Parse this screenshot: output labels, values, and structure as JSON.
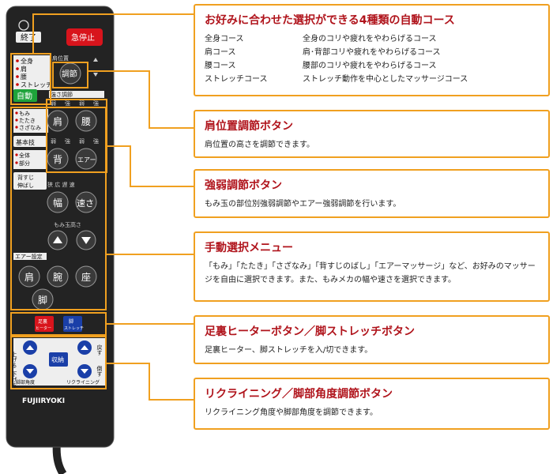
{
  "remote": {
    "power_label": "終了",
    "emergency_stop_label": "急停止",
    "auto_modes": [
      "全身",
      "肩",
      "腰",
      "ストレッチ"
    ],
    "auto_button": "自動",
    "shoulder_pos_caption": "肩位置",
    "adjust_button": "調節",
    "strength_caption": "強さ調節",
    "strength_row1": [
      "弱",
      "強",
      "弱",
      "強"
    ],
    "btn_kata": "肩",
    "btn_koshi": "腰",
    "manual_modes": [
      "もみ",
      "たたき",
      "さざなみ"
    ],
    "basic_label": "基本技",
    "strength_row2": [
      "弱",
      "強",
      "弱",
      "強"
    ],
    "btn_se": "背",
    "btn_air": "エアー",
    "area_modes": [
      "全体",
      "部分"
    ],
    "stretch_label_1": "背すじ",
    "stretch_label_2": "伸ばし",
    "btn_haba": "幅",
    "btn_hayasa": "速さ",
    "width_speed_caption": "狭 広 遅 速",
    "momi_height_caption": "もみ玉高さ",
    "air_setting_caption": "エアー設定",
    "btn_kata2": "肩",
    "btn_ude": "腕",
    "btn_za": "座",
    "btn_ashi": "脚",
    "btn_foot_heater_1": "足裏",
    "btn_foot_heater_2": "ヒーター",
    "btn_leg_stretch_1": "脚",
    "btn_leg_stretch_2": "ストレッチ",
    "btn_storage": "収納",
    "label_up": "上げる",
    "label_down": "下げる",
    "label_return": "戻す",
    "label_tilt": "倒す",
    "label_leg_angle": "脚部角度",
    "label_reclining": "リクライニング",
    "brand": "FUJIIRYOKI"
  },
  "callouts": {
    "auto_course": {
      "title": "お好みに合わせた選択ができる4種類の自動コース",
      "rows": [
        {
          "name": "全身コース",
          "desc": "全身のコリや疲れをやわらげるコース"
        },
        {
          "name": "肩コース",
          "desc": "肩･背部コリや疲れをやわらげるコース"
        },
        {
          "name": "腰コース",
          "desc": "腰部のコリや疲れをやわらげるコース"
        },
        {
          "name": "ストレッチコース",
          "desc": "ストレッチ動作を中心としたマッサージコース"
        }
      ]
    },
    "shoulder_adjust": {
      "title": "肩位置調節ボタン",
      "desc": "肩位置の高さを調節できます。"
    },
    "strength_adjust": {
      "title": "強弱調節ボタン",
      "desc": "もみ玉の部位別強弱調節やエアー強弱調節を行います。"
    },
    "manual_menu": {
      "title": "手動選択メニュー",
      "desc": "「もみ」「たたき」「さざなみ」「背すじのばし」「エアーマッサージ」など、お好みのマッサージを自由に選択できます。また、もみメカの幅や速さを選択できます。"
    },
    "heater_stretch": {
      "title": "足裏ヒーターボタン／脚ストレッチボタン",
      "desc": "足裏ヒーター、脚ストレッチを入/切できます。"
    },
    "reclining": {
      "title": "リクライニング／脚部角度調節ボタン",
      "desc": "リクライニング角度や脚部角度を調節できます。"
    }
  },
  "colors": {
    "callout_border": "#f0a020",
    "title": "#b0141c",
    "remote_body": "#222222",
    "highlight": "#f0a020",
    "auto_green": "#1ea33a",
    "stop_red": "#d8141c"
  }
}
